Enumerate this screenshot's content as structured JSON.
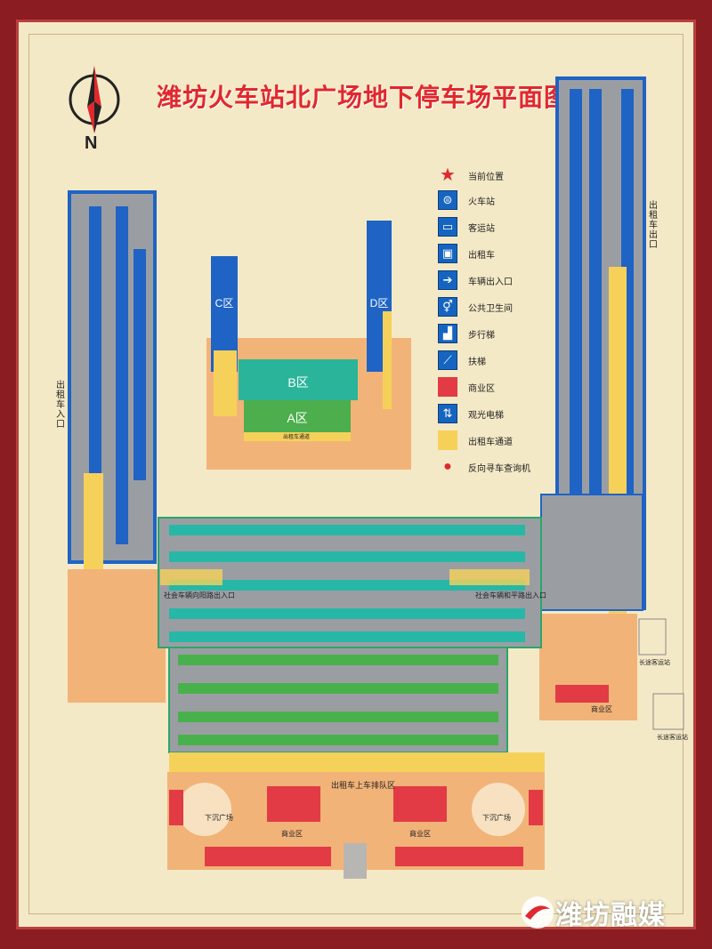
{
  "title": "潍坊火车站北广场地下停车场平面图",
  "compass": {
    "letter": "N"
  },
  "colors": {
    "background": "#8b1c22",
    "paper": "#f4e9c6",
    "parking_gray": "#9a9ea3",
    "parking_blue": "#1f63c4",
    "parking_teal": "#27b7a6",
    "parking_green": "#49b14b",
    "taxi_lane": "#f6d15a",
    "plaza": "#f2b378",
    "commercial": "#e23b45"
  },
  "legend": {
    "items": [
      {
        "icon": "star-icon",
        "label": "当前位置"
      },
      {
        "icon": "train-station-icon",
        "label": "火车站"
      },
      {
        "icon": "bus-station-icon",
        "label": "客运站"
      },
      {
        "icon": "taxi-icon",
        "label": "出租车"
      },
      {
        "icon": "vehicle-entrance-icon",
        "label": "车辆出入口"
      },
      {
        "icon": "restroom-icon",
        "label": "公共卫生间"
      },
      {
        "icon": "stairs-icon",
        "label": "步行梯"
      },
      {
        "icon": "escalator-icon",
        "label": "扶梯"
      },
      {
        "icon": "commercial-swatch-icon",
        "label": "商业区"
      },
      {
        "icon": "elevator-icon",
        "label": "观光电梯"
      },
      {
        "icon": "taxi-lane-swatch-icon",
        "label": "出租车通道"
      },
      {
        "icon": "location-pin-icon",
        "label": "反向寻车查询机"
      }
    ]
  },
  "mini_map": {
    "zones": {
      "a": "A区",
      "b": "B区",
      "c": "C区",
      "d": "D区"
    },
    "taxi_lane_label": "出租车通道"
  },
  "map_labels": {
    "taxi_entrance": "出租车入口",
    "taxi_exit": "出租车出口",
    "social_vehicle_entrance_left": "社会车辆向阳路出入口",
    "social_vehicle_entrance_right": "社会车辆和平路出入口",
    "taxi_queue": "出租车上车排队区",
    "sunken_plaza_left": "下沉广场",
    "sunken_plaza_right": "下沉广场",
    "commercial_center_left": "商业区",
    "commercial_center_right": "商业区",
    "commercial_east": "商业区",
    "long_distance_bus_1": "长途客运站",
    "long_distance_bus_2": "长途客运站"
  },
  "watermark": {
    "text": "潍坊融媒"
  }
}
